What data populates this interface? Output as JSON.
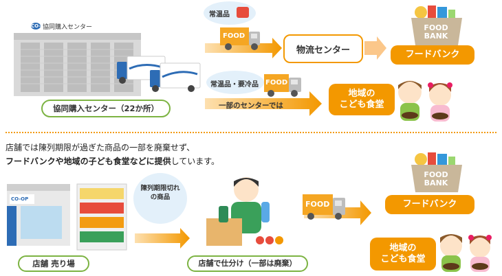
{
  "top": {
    "warehouse_sign": "協同購入センター",
    "warehouse_label": "協同購入センター（22か所）",
    "bubble_ambient": "常温品",
    "bubble_ambient_chilled": "常温品・要冷品",
    "truck_text": "FOOD",
    "logistics_center": "物流センター",
    "food_bank": "フードバンク",
    "arrow_note": "一部のセンターでは",
    "children_cafeteria_line1": "地域の",
    "children_cafeteria_line2": "こども食堂",
    "food_bank_box_line1": "FOOD",
    "food_bank_box_line2": "BANK"
  },
  "description": {
    "line1": "店舗では陳列期限が過ぎた商品の一部を廃棄せず、",
    "line2_bold1": "フードバンクや地域の子ども食堂などに提供",
    "line2_rest": "しています。"
  },
  "bottom": {
    "store_label": "店舗 売り場",
    "expired_bubble_line1": "陳列期限切れ",
    "expired_bubble_line2": "の商品",
    "sorting_label": "店舗で仕分け（一部は廃棄）",
    "truck_text": "FOOD",
    "food_bank": "フードバンク",
    "children_cafeteria_line1": "地域の",
    "children_cafeteria_line2": "こども食堂",
    "food_bank_box_line1": "FOOD",
    "food_bank_box_line2": "BANK"
  },
  "logo_text": "CO-OP",
  "colors": {
    "orange": "#f39800",
    "green_border": "#7cb342",
    "bubble": "#e3f0fa",
    "truck_cargo": "#f5a623"
  }
}
